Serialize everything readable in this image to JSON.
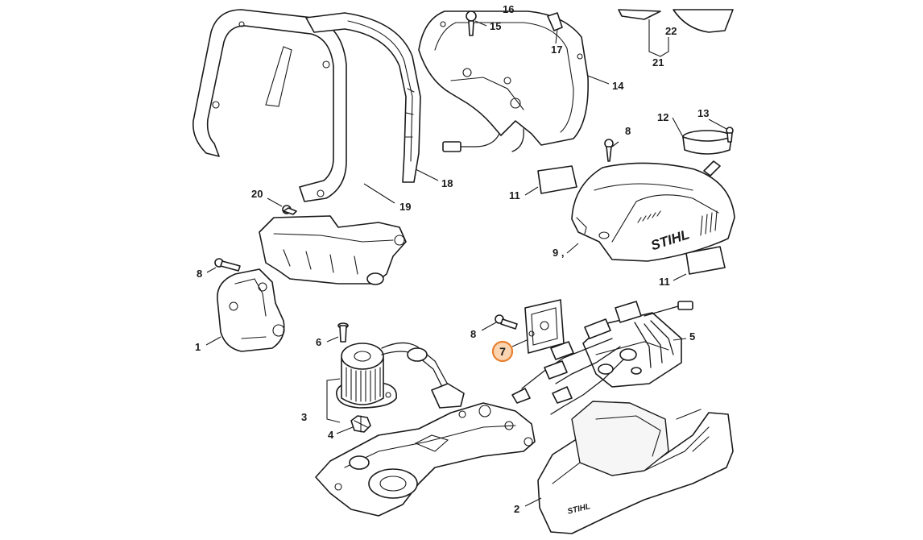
{
  "brand": {
    "logo_text": "STIHL",
    "logo_color": "#1a1a1a"
  },
  "highlight": {
    "label": "7",
    "fill": "#fbd5b2",
    "stroke": "#e87f2e"
  },
  "callouts": {
    "c1": "1",
    "c2": "2",
    "c3": "3",
    "c4": "4",
    "c5": "5",
    "c6": "6",
    "c8a": "8",
    "c8b": "8",
    "c8c": "8",
    "c9": "9 ,",
    "c11a": "11",
    "c11b": "11",
    "c12": "12",
    "c13": "13",
    "c14": "14",
    "c15": "15",
    "c16": "16",
    "c17": "17",
    "c18": "18",
    "c19": "19",
    "c20": "20",
    "c21": "21",
    "c22": "22"
  }
}
